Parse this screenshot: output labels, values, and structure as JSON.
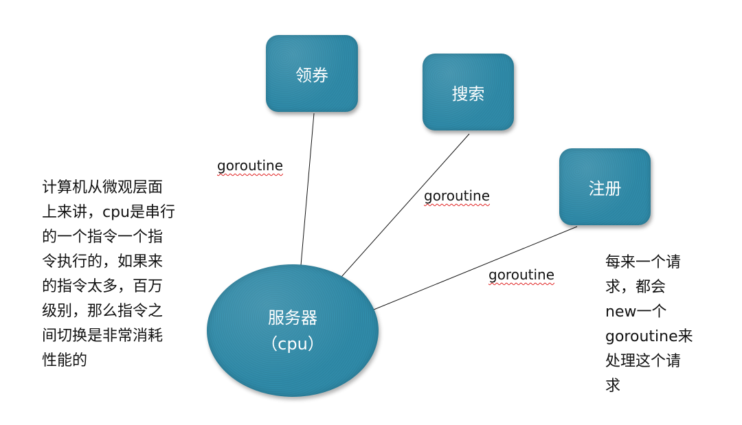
{
  "nodes": {
    "coupon": "领券",
    "search": "搜索",
    "register": "注册",
    "server_line1": "服务器",
    "server_line2": "（cpu）"
  },
  "edge_labels": {
    "coupon": "goroutine",
    "search": "goroutine",
    "register": "goroutine"
  },
  "notes": {
    "left": "计算机从微观层面\n上来讲，cpu是串行\n的一个指令一个指\n令执行的，如果来\n的指令太多，百万\n级别，那么指令之\n间切换是非常消耗\n性能的",
    "right": "每来一个请\n求，都会\nnew一个\ngoroutine来\n处理这个请\n求"
  },
  "colors": {
    "node_fill": "#2f8aa8",
    "node_text": "#ffffff",
    "connector": "#111111",
    "spellcheck_underline": "#e02020"
  }
}
